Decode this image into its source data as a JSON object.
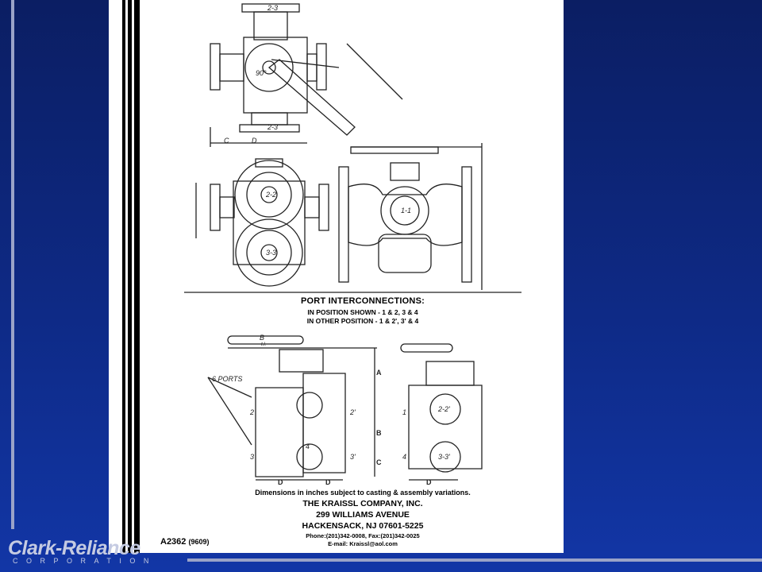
{
  "ports": {
    "title": "PORT INTERCONNECTIONS:",
    "line1": "IN POSITION SHOWN - 1 & 2, 3 & 4",
    "line2": "IN OTHER POSITION - 1 & 2', 3' & 4"
  },
  "note": "Dimensions in inches subject to casting & assembly variations.",
  "company": {
    "name": "THE KRAISSL COMPANY, INC.",
    "street": "299 WILLIAMS AVENUE",
    "city": "HACKENSACK, NJ 07601-5225",
    "phone": "Phone:(201)342-0008, Fax:(201)342-0025",
    "email": "E-mail: Kraissl@aol.com"
  },
  "drawing_code": {
    "number": "A2362",
    "revision": "(9609)"
  },
  "logo": {
    "name": "Clark-Reliance",
    "sub": "CORPORATION"
  },
  "labels": {
    "six_ports": "6 PORTS",
    "p1": "1",
    "p2": "2",
    "p2p": "2'",
    "p3": "3",
    "p3p": "3'",
    "p4": "4",
    "dA": "A",
    "dB": "B",
    "dC": "C",
    "dD": "D",
    "handle": "B",
    "handle_sub": "t.l.",
    "top_23": "2-3",
    "bot_23": "2-3",
    "top_C": "C",
    "top_D": "D",
    "angle": "90°",
    "r_22": "2-2'",
    "r_33": "3-3'",
    "m_22": "2-2",
    "m_33": "3-3",
    "m_c": "1-1"
  },
  "colors": {
    "background": "#0e2a86",
    "page": "#ffffff",
    "rule": "#9aa3c8"
  }
}
